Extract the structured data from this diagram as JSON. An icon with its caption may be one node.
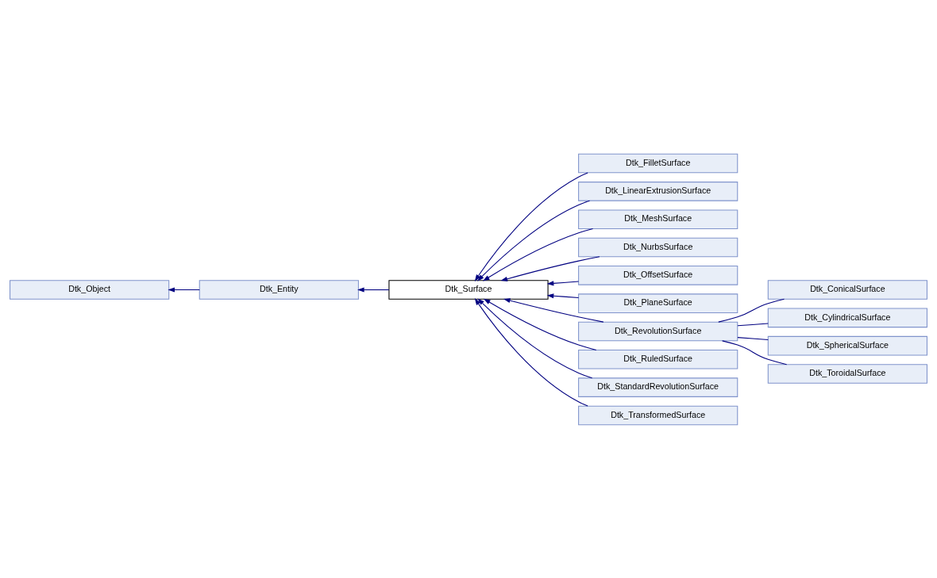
{
  "diagram": {
    "nodes": [
      {
        "text": [
          "Dtk_Object"
        ]
      },
      {
        "text": [
          "Dtk_Entity"
        ]
      },
      {
        "text": [
          "Dtk_Surface"
        ]
      },
      {
        "text": [
          "Dtk_FilletSurface"
        ]
      },
      {
        "text": [
          "Dtk_LinearExtrusionSurface"
        ]
      },
      {
        "text": [
          "Dtk_MeshSurface"
        ]
      },
      {
        "text": [
          "Dtk_NurbsSurface"
        ]
      },
      {
        "text": [
          "Dtk_OffsetSurface"
        ]
      },
      {
        "text": [
          "Dtk_PlaneSurface"
        ]
      },
      {
        "text": [
          "Dtk_RevolutionSurface"
        ]
      },
      {
        "text": [
          "Dtk_RuledSurface"
        ]
      },
      {
        "text": [
          "Dtk_StandardRevolutionSurface"
        ]
      },
      {
        "text": [
          "Dtk_TransformedSurface"
        ]
      },
      {
        "text": [
          "Dtk_ConicalSurface"
        ]
      },
      {
        "text": [
          "Dtk_CylindricalSurface"
        ]
      },
      {
        "text": [
          "Dtk_SphericalSurface"
        ]
      },
      {
        "text": [
          "Dtk_ToroidalSurface"
        ]
      }
    ],
    "edges": [
      {
        "from": 1,
        "to": 0,
        "arrow": "to"
      },
      {
        "from": 2,
        "to": 1,
        "arrow": "to"
      },
      {
        "from": 3,
        "to": 2,
        "arrow": "to"
      },
      {
        "from": 4,
        "to": 2,
        "arrow": "to"
      },
      {
        "from": 5,
        "to": 2,
        "arrow": "to"
      },
      {
        "from": 6,
        "to": 2,
        "arrow": "to"
      },
      {
        "from": 7,
        "to": 2,
        "arrow": "to"
      },
      {
        "from": 8,
        "to": 2,
        "arrow": "to"
      },
      {
        "from": 9,
        "to": 2,
        "arrow": "to"
      },
      {
        "from": 10,
        "to": 2,
        "arrow": "to"
      },
      {
        "from": 11,
        "to": 2,
        "arrow": "to"
      },
      {
        "from": 12,
        "to": 2,
        "arrow": "to"
      },
      {
        "from": 13,
        "to": 9,
        "arrow": "none"
      },
      {
        "from": 14,
        "to": 9,
        "arrow": "none"
      },
      {
        "from": 15,
        "to": 9,
        "arrow": "none"
      },
      {
        "from": 16,
        "to": 9,
        "arrow": "none"
      }
    ]
  }
}
